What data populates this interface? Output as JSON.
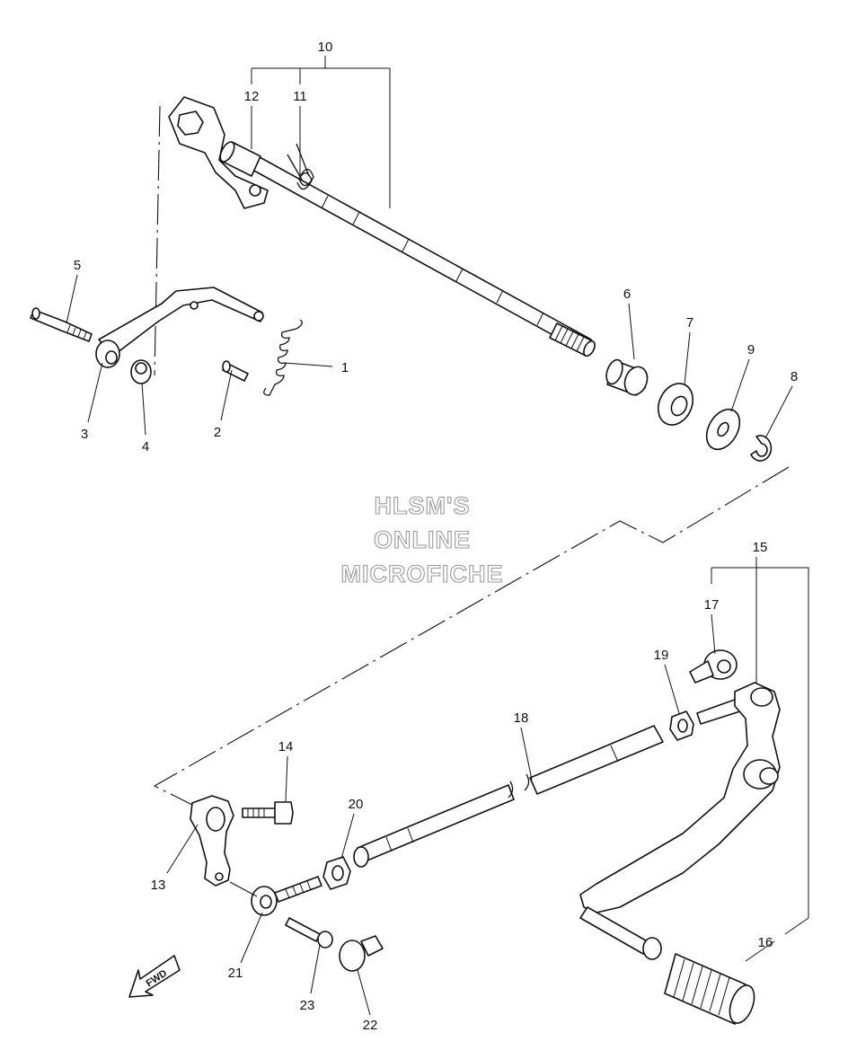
{
  "watermark": {
    "line1": "HLSM'S",
    "line2": "ONLINE",
    "line3": "MICROFICHE"
  },
  "direction_arrow": {
    "label": "FWD",
    "icon": "forward-arrow-icon"
  },
  "callouts": [
    {
      "id": "1",
      "text": "1"
    },
    {
      "id": "2",
      "text": "2"
    },
    {
      "id": "3",
      "text": "3"
    },
    {
      "id": "4",
      "text": "4"
    },
    {
      "id": "5",
      "text": "5"
    },
    {
      "id": "6",
      "text": "6"
    },
    {
      "id": "7",
      "text": "7"
    },
    {
      "id": "8",
      "text": "8"
    },
    {
      "id": "9",
      "text": "9"
    },
    {
      "id": "10",
      "text": "10"
    },
    {
      "id": "11",
      "text": "11"
    },
    {
      "id": "12",
      "text": "12"
    },
    {
      "id": "13",
      "text": "13"
    },
    {
      "id": "14",
      "text": "14"
    },
    {
      "id": "15",
      "text": "15"
    },
    {
      "id": "16",
      "text": "16"
    },
    {
      "id": "17",
      "text": "17"
    },
    {
      "id": "18",
      "text": "18"
    },
    {
      "id": "19",
      "text": "19"
    },
    {
      "id": "20",
      "text": "20"
    },
    {
      "id": "21",
      "text": "21"
    },
    {
      "id": "22",
      "text": "22"
    },
    {
      "id": "23",
      "text": "23"
    }
  ]
}
